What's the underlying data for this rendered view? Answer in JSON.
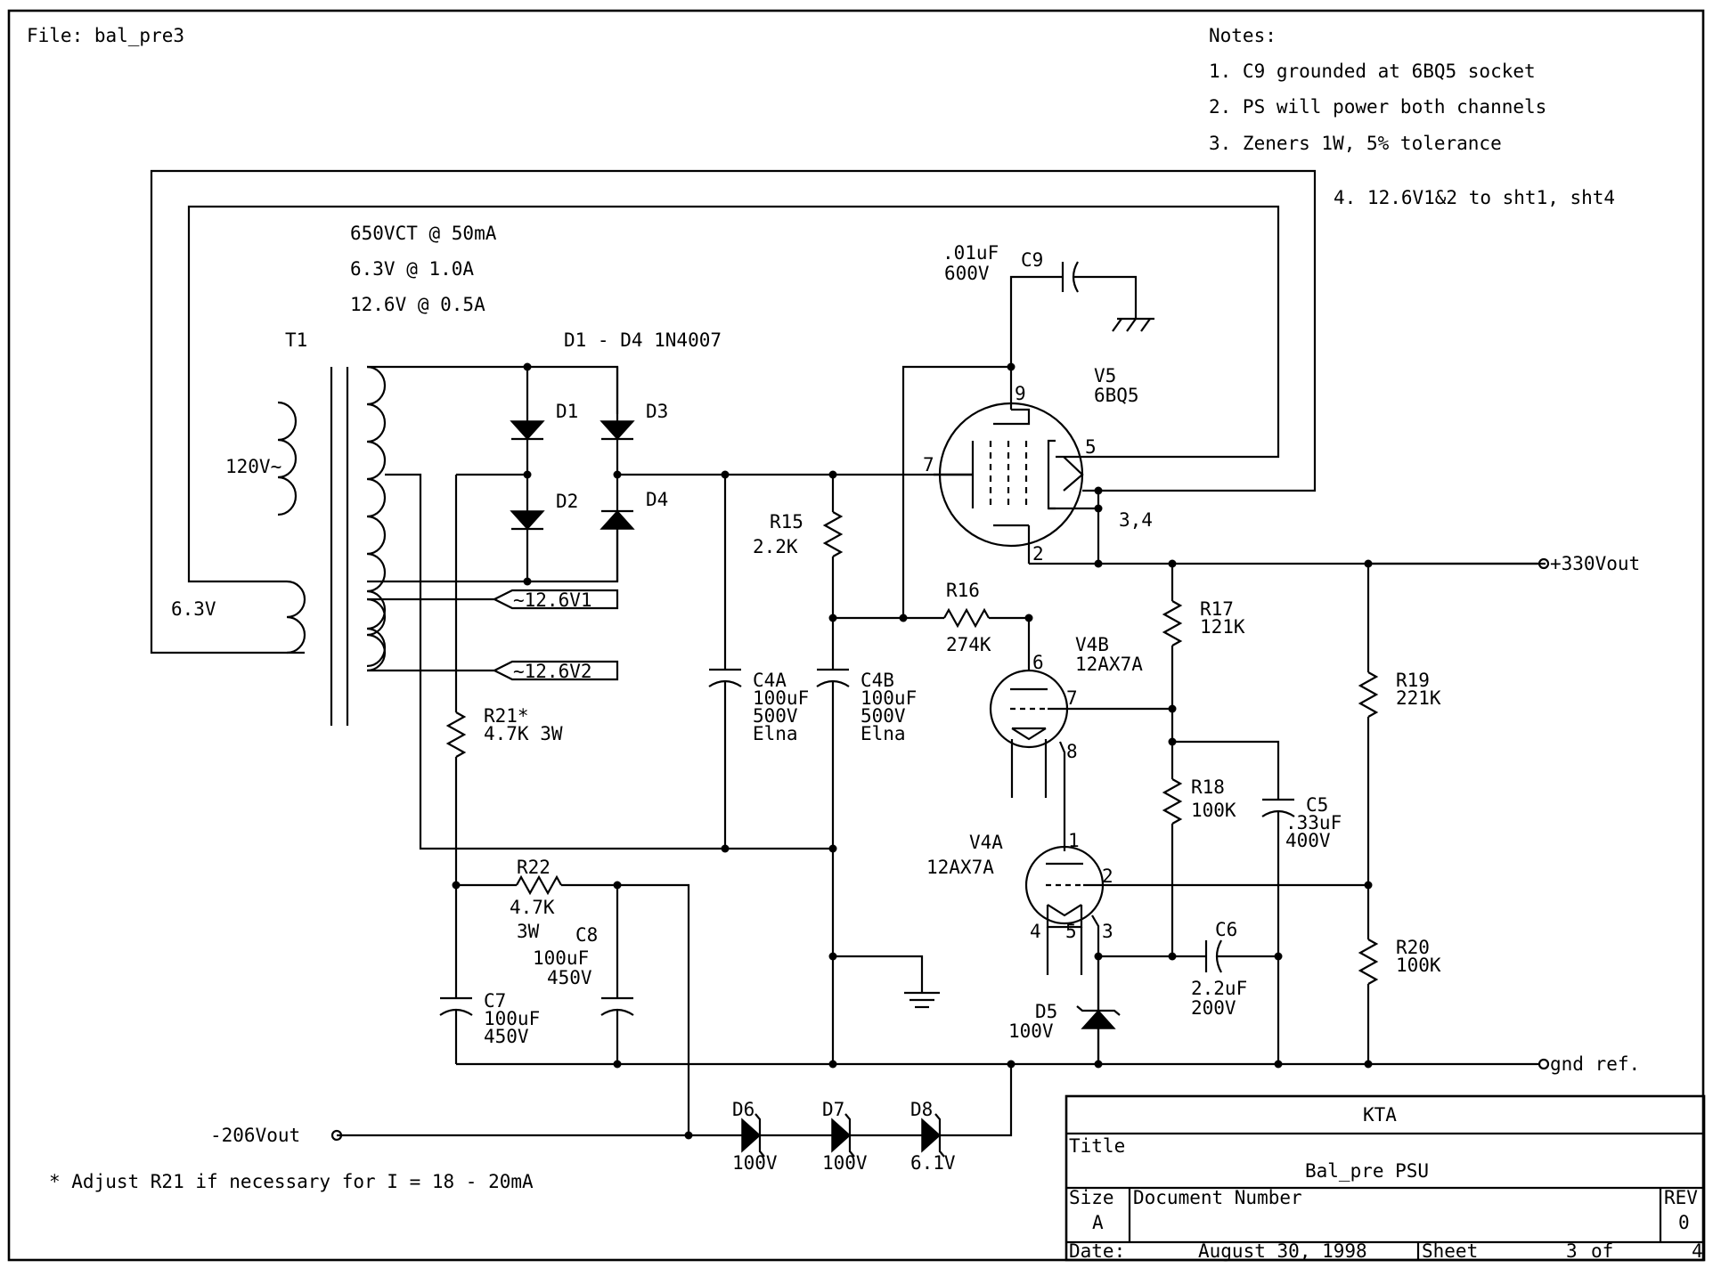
{
  "header": {
    "file": "File: bal_pre3"
  },
  "notes": {
    "title": "Notes:",
    "items": [
      "1. C9 grounded at 6BQ5 socket",
      "2. PS will power both channels",
      "3. Zeners 1W, 5% tolerance",
      "4. 12.6V1&2 to sht1, sht4"
    ]
  },
  "transformer": {
    "ratings": [
      "650VCT @ 50mA",
      "6.3V @ 1.0A",
      "12.6V @ 0.5A"
    ],
    "ref": "T1",
    "primary": "120V~",
    "heater": "6.3V",
    "out1": "~12.6V1",
    "out2": "~12.6V2"
  },
  "bridge": {
    "label": "D1 - D4 1N4007",
    "diodes": [
      "D1",
      "D2",
      "D3",
      "D4"
    ]
  },
  "tubes": {
    "v5_ref": "V5",
    "v5_type": "6BQ5",
    "v5_pins": [
      "9",
      "7",
      "5",
      "2",
      "3,4"
    ],
    "v4b_ref": "V4B",
    "v4b_type": "12AX7A",
    "v4b_pins": [
      "6",
      "7",
      "8"
    ],
    "v4a_ref": "V4A",
    "v4a_type": "12AX7A",
    "v4a_pins": [
      "1",
      "2",
      "3",
      "4",
      "5"
    ]
  },
  "components": {
    "c9": [
      "C9",
      ".01uF",
      "600V"
    ],
    "r15": [
      "R15",
      "2.2K"
    ],
    "r16": [
      "R16",
      "274K"
    ],
    "r17": [
      "R17",
      "121K"
    ],
    "r18": [
      "R18",
      "100K"
    ],
    "r19": [
      "R19",
      "221K"
    ],
    "r20": [
      "R20",
      "100K"
    ],
    "r21": [
      "R21*",
      "4.7K 3W"
    ],
    "r22": [
      "R22",
      "4.7K",
      "3W"
    ],
    "c4a": [
      "C4A",
      "100uF",
      "500V",
      "Elna"
    ],
    "c4b": [
      "C4B",
      "100uF",
      "500V",
      "Elna"
    ],
    "c5": [
      "C5",
      ".33uF",
      "400V"
    ],
    "c6": [
      "C6",
      "2.2uF",
      "200V"
    ],
    "c7": [
      "C7",
      "100uF",
      "450V"
    ],
    "c8": [
      "C8",
      "100uF",
      "450V"
    ],
    "d5": [
      "D5",
      "100V"
    ],
    "d6": [
      "D6",
      "100V"
    ],
    "d7": [
      "D7",
      "100V"
    ],
    "d8": [
      "D8",
      "6.1V"
    ]
  },
  "ports": {
    "pos": "+330Vout",
    "gnd": "gnd ref.",
    "neg": "-206Vout"
  },
  "footnote": "* Adjust R21 if necessary for I = 18 - 20mA",
  "titleblock": {
    "company": "KTA",
    "title_label": "Title",
    "title": "Bal_pre PSU",
    "size_label": "Size",
    "size": "A",
    "docnum_label": "Document Number",
    "rev_label": "REV",
    "rev": "0",
    "date_label": "Date:",
    "date": "August 30, 1998",
    "sheet_label": "Sheet",
    "sheet_num": "3",
    "of_label": "of",
    "sheet_total": "4"
  }
}
